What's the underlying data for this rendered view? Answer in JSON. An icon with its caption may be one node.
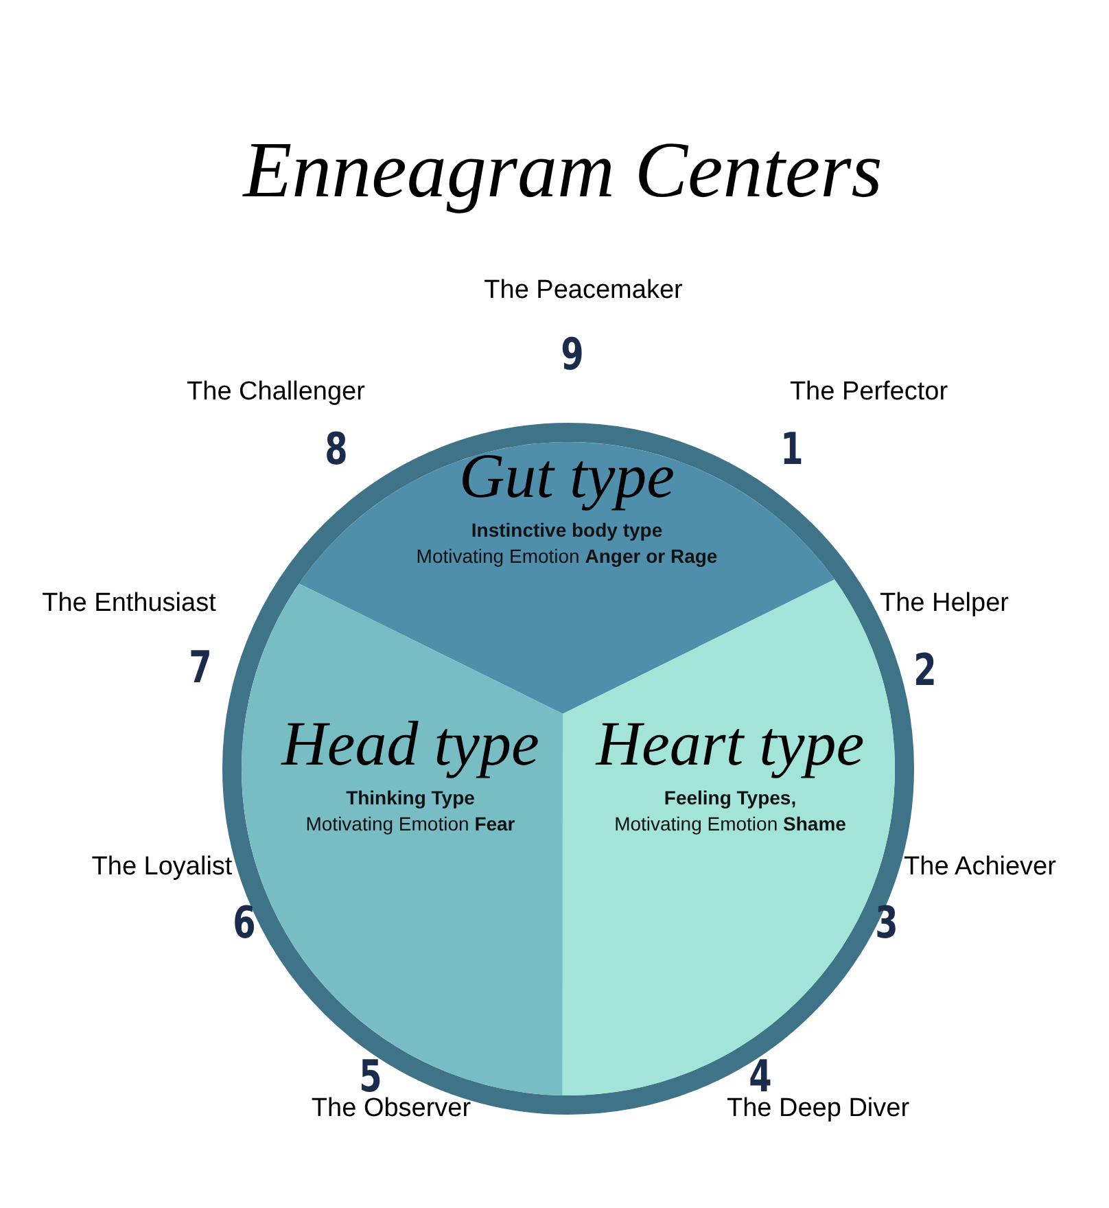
{
  "diagram": {
    "title": "Enneagram Centers",
    "nodes": [
      {
        "text": [
          "Gut type",
          "Instinctive body type",
          "Motivating Emotion **Anger or Rage**"
        ]
      },
      {
        "text": [
          "Head type",
          "Thinking Type",
          "Motivating Emotion **Fear**"
        ]
      },
      {
        "text": [
          "Heart type",
          "Feeling Types,",
          "Motivating Emotion **Shame**"
        ]
      }
    ],
    "labels": [
      "The Peacemaker",
      "9",
      "The Challenger",
      "The Perfector",
      "8",
      "1",
      "The Enthusiast",
      "The Helper",
      "7",
      "2",
      "The Loyalist",
      "The Achiever",
      "6",
      "3",
      "5",
      "4",
      "The Observer",
      "The Deep Diver"
    ]
  }
}
